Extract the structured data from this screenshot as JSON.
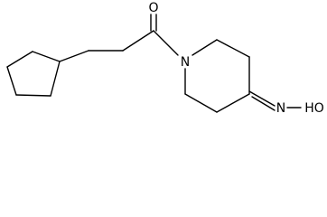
{
  "molecule": {
    "atoms": {
      "carbonyl_oxygen": "O",
      "ring_nitrogen": "N",
      "oxime_group": "N",
      "hydroxyl": "OH"
    },
    "hydroxyl_label": "HO"
  },
  "colors": {
    "bond": "#000000",
    "label": "#000000",
    "background": "#ffffff"
  }
}
